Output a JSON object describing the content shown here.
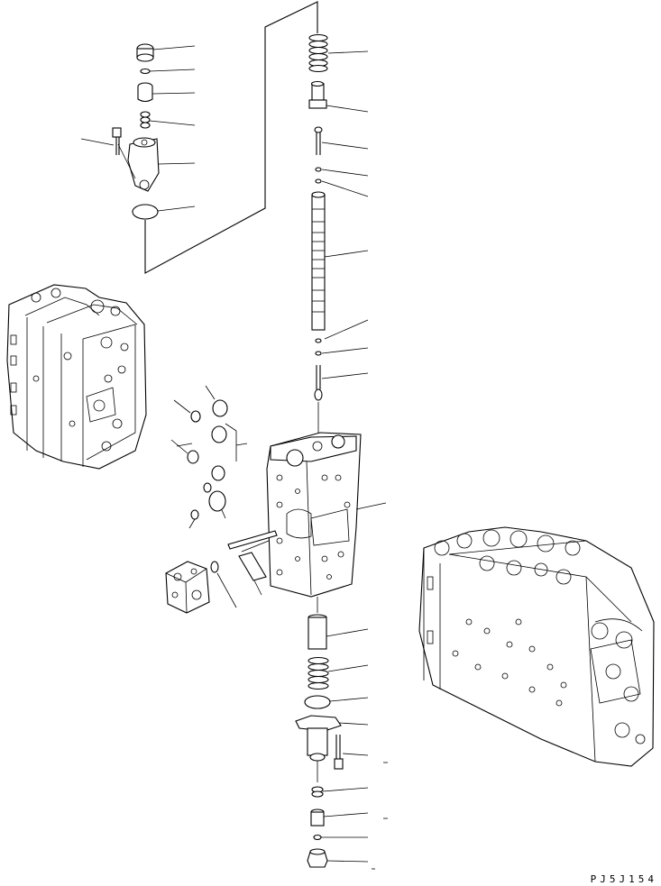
{
  "drawing_code": "PJ5J154",
  "drawing_type": "exploded parts diagram",
  "components": [
    "upper-left-cap-assembly",
    "upper-spool-stack",
    "main-valve-section",
    "left-seal-group",
    "left-pin-group",
    "small-cover-block",
    "left-control-valve-view",
    "right-control-valve-view",
    "lower-spring-stack"
  ]
}
